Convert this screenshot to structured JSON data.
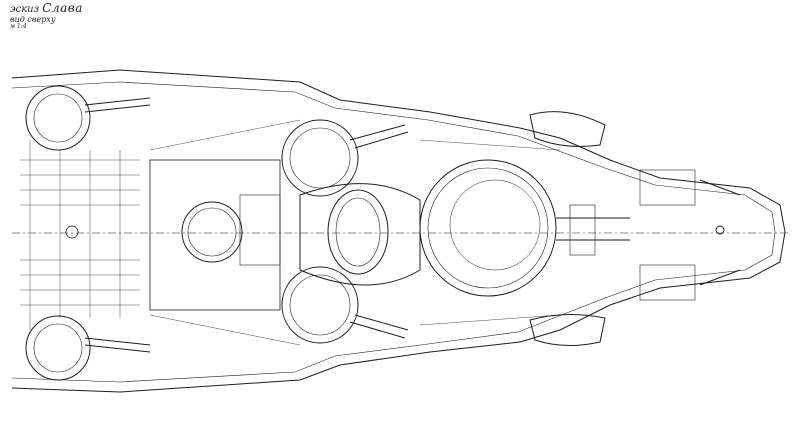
{
  "annotation": {
    "line1_prefix": "эскиз",
    "line1_name": "Слава",
    "line2": "вид сверху",
    "line3": "м 1:4"
  },
  "colors": {
    "ink": "#1e1e1e",
    "paper": "#ffffff"
  }
}
